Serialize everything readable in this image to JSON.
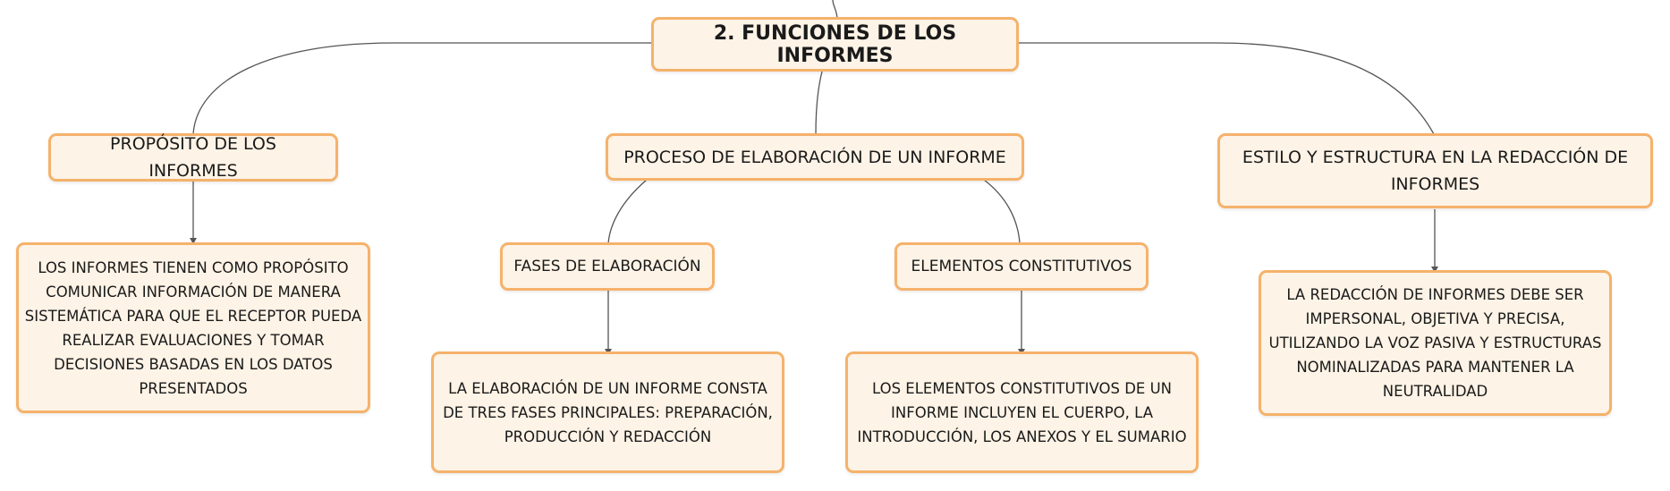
{
  "diagram": {
    "root": {
      "label": "2. FUNCIONES DE LOS INFORMES"
    },
    "branches": [
      {
        "label": "PROPÓSITO DE LOS INFORMES",
        "detail": "LOS INFORMES TIENEN COMO PROPÓSITO COMUNICAR INFORMACIÓN DE MANERA SISTEMÁTICA PARA QUE EL RECEPTOR PUEDA REALIZAR EVALUACIONES Y TOMAR DECISIONES BASADAS EN LOS DATOS PRESENTADOS"
      },
      {
        "label": "PROCESO DE ELABORACIÓN DE UN INFORME",
        "children": [
          {
            "label": "FASES DE ELABORACIÓN",
            "detail": "LA ELABORACIÓN DE UN INFORME CONSTA DE TRES FASES PRINCIPALES: PREPARACIÓN, PRODUCCIÓN Y REDACCIÓN"
          },
          {
            "label": "ELEMENTOS CONSTITUTIVOS",
            "detail": "LOS ELEMENTOS CONSTITUTIVOS DE UN INFORME INCLUYEN EL CUERPO, LA INTRODUCCIÓN, LOS ANEXOS Y EL SUMARIO"
          }
        ]
      },
      {
        "label": "ESTILO Y ESTRUCTURA EN LA REDACCIÓN DE INFORMES",
        "detail": "LA REDACCIÓN DE INFORMES DEBE SER IMPERSONAL, OBJETIVA Y PRECISA, UTILIZANDO LA VOZ PASIVA Y ESTRUCTURAS NOMINALIZADAS PARA MANTENER LA NEUTRALIDAD"
      }
    ]
  },
  "colors": {
    "node_fill": "#fdf3e6",
    "node_border": "#f5b26b",
    "connector": "#555555"
  }
}
